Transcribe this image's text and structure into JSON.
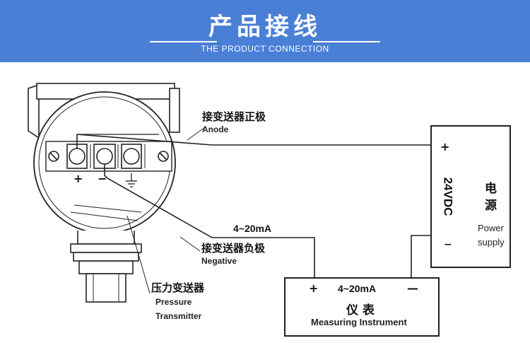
{
  "header": {
    "title": "产品接线",
    "subtitle": "THE PRODUCT CONNECTION",
    "background": "#4a7fd6"
  },
  "diagram": {
    "anode": {
      "cn": "接变送器正极",
      "en": "Anode"
    },
    "negative": {
      "cn": "接变送器负极",
      "en": "Negative"
    },
    "loop_current_top": "4~20mA",
    "transmitter": {
      "cn": "压力变送器",
      "en1": "Pressure",
      "en2": "Transmitter"
    },
    "terminal_plus": "+",
    "terminal_minus": "−",
    "power_supply": {
      "plus": "+",
      "voltage": "24VDC",
      "minus": "−",
      "cn1": "电",
      "cn2": "源",
      "en1": "Power",
      "en2": "supply"
    },
    "instrument": {
      "plus": "+",
      "current": "4~20mA",
      "minus": "—",
      "cn": "仪 表",
      "en": "Measuring Instrument"
    }
  }
}
